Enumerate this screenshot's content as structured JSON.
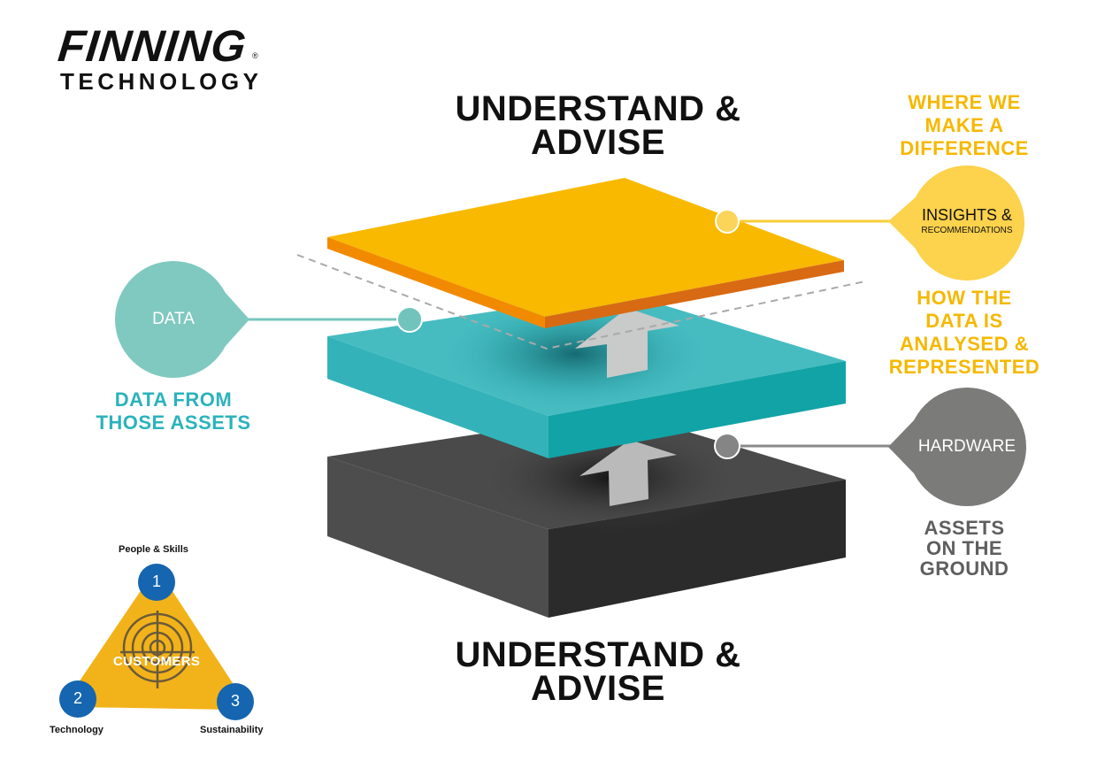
{
  "logo": {
    "brand": "FINNING",
    "registered": "®",
    "subtitle": "TECHNOLOGY"
  },
  "titles": {
    "top": [
      "UNDERSTAND &",
      "ADVISE"
    ],
    "bottom": [
      "UNDERSTAND &",
      "ADVISE"
    ]
  },
  "layers": [
    {
      "name": "insights",
      "color": "#f9b800",
      "edge": "#e87a10"
    },
    {
      "name": "data",
      "color": "#39b7bd",
      "edge": "#14a3a8"
    },
    {
      "name": "hardware",
      "color": "#4a4a4a",
      "edge": "#2c2c2c"
    }
  ],
  "bubbles": {
    "insights": {
      "line1": "INSIGHTS &",
      "line2": "RECOMMENDATIONS",
      "color": "#fdd24c"
    },
    "data": {
      "label": "DATA",
      "color": "#80c9c0"
    },
    "hardware": {
      "label": "HARDWARE",
      "color": "#7b7b7a"
    }
  },
  "captions": {
    "difference": {
      "lines": [
        "WHERE WE",
        "MAKE A",
        "DIFFERENCE"
      ],
      "color": "#f5b800"
    },
    "analysed": {
      "lines": [
        "HOW THE",
        "DATA IS",
        "ANALYSED &",
        "REPRESENTED"
      ],
      "color": "#f5b800"
    },
    "data_from": {
      "lines": [
        "DATA FROM",
        "THOSE ASSETS"
      ],
      "color": "#2bb3bb"
    },
    "assets": {
      "lines": [
        "ASSETS",
        "ON THE",
        "GROUND"
      ],
      "color": "#5e5e5e"
    }
  },
  "triangle": {
    "center_label": "CUSTOMERS",
    "color": "#f2b21a",
    "node_color": "#1565b0",
    "nodes": [
      {
        "number": "1",
        "label": "People & Skills"
      },
      {
        "number": "2",
        "label": "Technology"
      },
      {
        "number": "3",
        "label": "Sustainability"
      }
    ]
  }
}
